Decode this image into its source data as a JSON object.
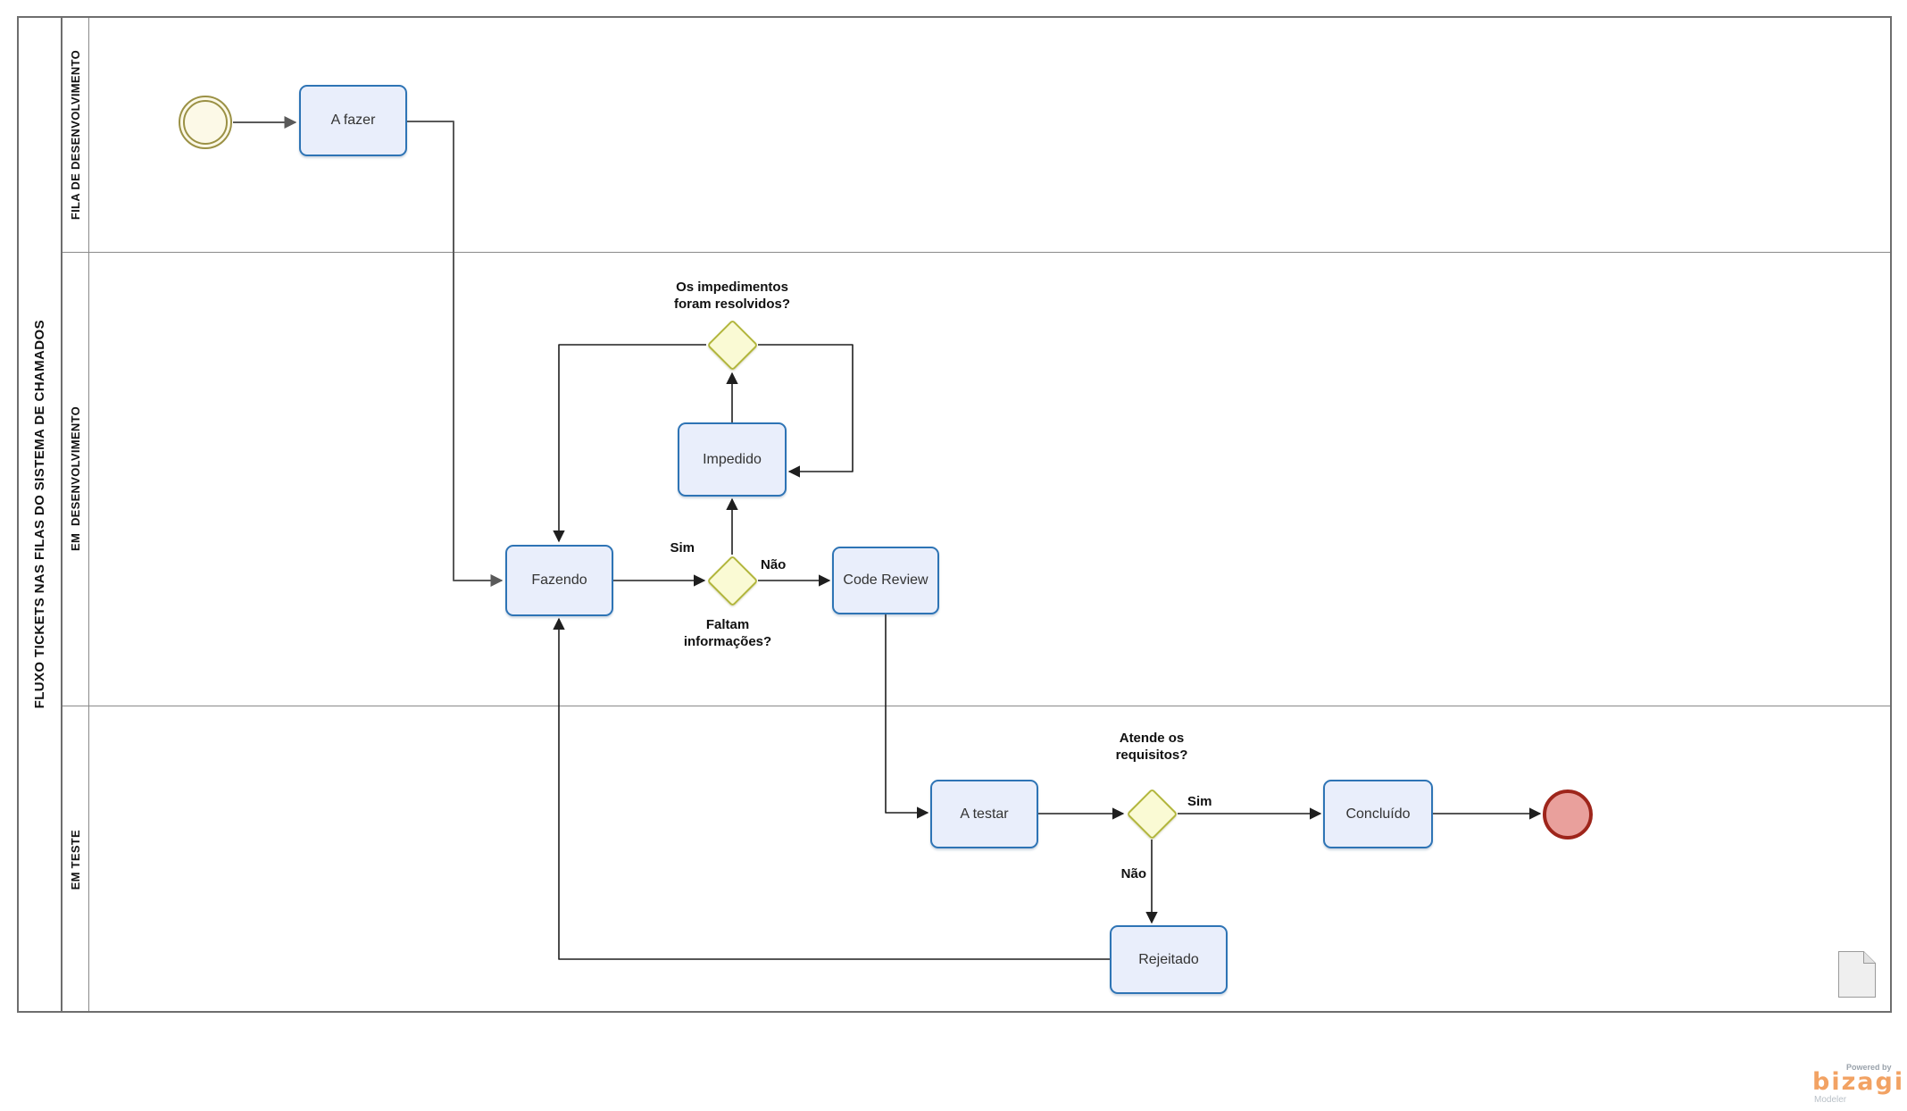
{
  "pool": {
    "title": "FLUXO TICKETS NAS FILAS DO SISTEMA DE CHAMADOS",
    "lanes": [
      {
        "label": "FILA DE DESENVOLVIMENTO"
      },
      {
        "label": "EM  DESENVOLVIMENTO"
      },
      {
        "label": "EM TESTE"
      }
    ]
  },
  "tasks": {
    "a_fazer": "A fazer",
    "fazendo": "Fazendo",
    "impedido": "Impedido",
    "code_review": "Code Review",
    "a_testar": "A testar",
    "concluido": "Concluído",
    "rejeitado": "Rejeitado"
  },
  "gateways": {
    "impedimentos": {
      "line1": "Os impedimentos",
      "line2": "foram resolvidos?"
    },
    "faltam": {
      "line1": "Faltam",
      "line2": "informações?",
      "sim": "Sim",
      "nao": "Não"
    },
    "atende": {
      "line1": "Atende os",
      "line2": "requisitos?",
      "sim": "Sim",
      "nao": "Não"
    }
  },
  "branding": {
    "powered_by": "Powered by",
    "logo": "bizagi",
    "modeler": "Modeler"
  },
  "colors": {
    "task_border": "#2e74b5",
    "task_fill": "#e9eefb",
    "task_text": "#333333",
    "gateway_border": "#b2b63c",
    "gateway_fill": "#fafad4",
    "start_border": "#9b9145",
    "start_fill": "#fcf9e7",
    "end_border": "#9e251b",
    "end_fill": "#e9a09c",
    "flow": "#1f1f1f",
    "flow_gray": "#5a5a5a",
    "lane_line": "#8a8a8a",
    "pool_border": "#6e6e6e",
    "logo_orange": "#f2a263",
    "label_text": "#111111"
  }
}
